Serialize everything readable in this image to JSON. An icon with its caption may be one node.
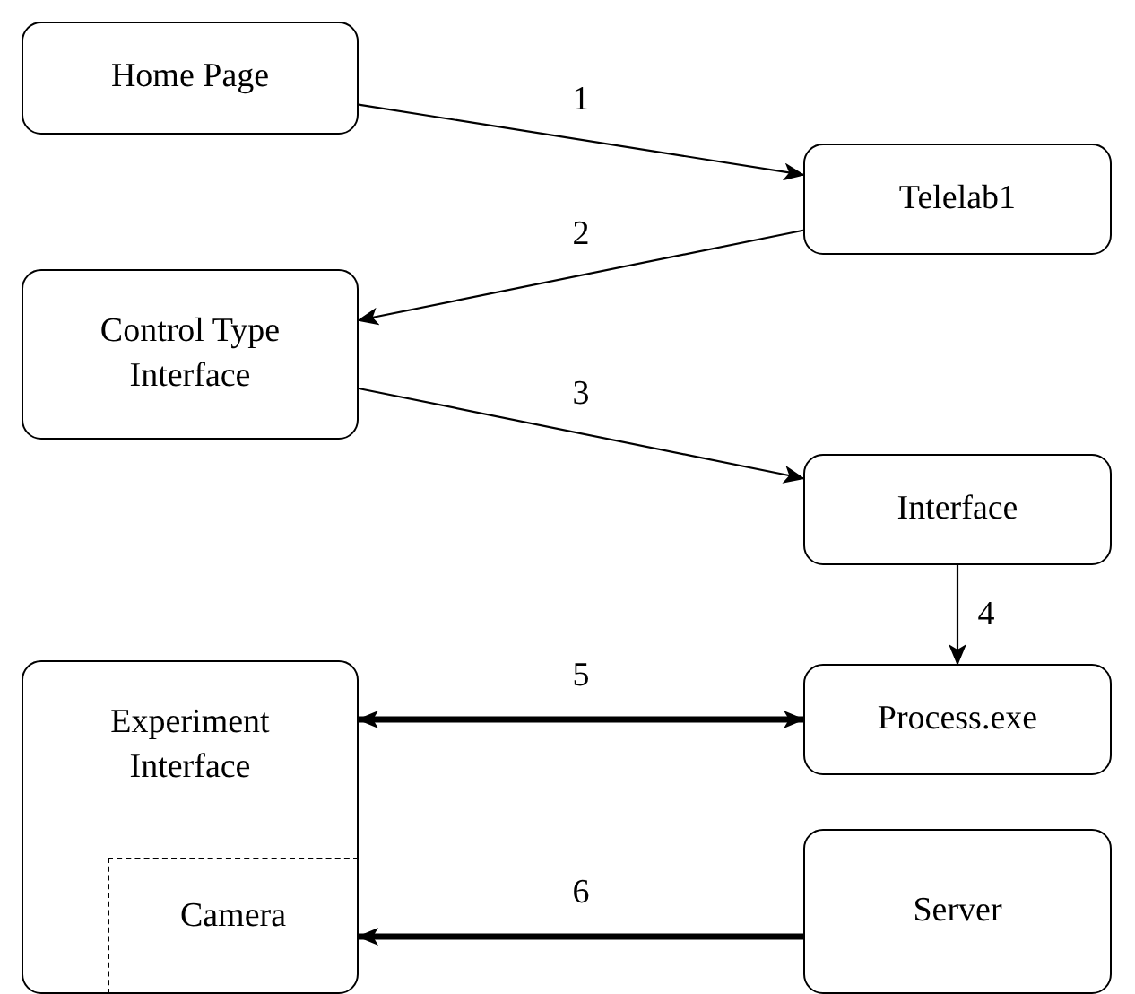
{
  "diagram": {
    "nodes": [
      {
        "text": [
          "Home Page"
        ]
      },
      {
        "text": [
          "Telelab1"
        ]
      },
      {
        "text": [
          "Control Type Interface"
        ]
      },
      {
        "text": [
          "Interface"
        ]
      },
      {
        "text": [
          "Experiment Interface"
        ]
      },
      {
        "text": [
          "Process.exe"
        ]
      },
      {
        "text": [
          "Camera"
        ],
        "in": 4
      },
      {
        "text": [
          "Server"
        ]
      }
    ],
    "edges": [
      {
        "from": 0,
        "to": 1,
        "arrow": "to",
        "label": "1"
      },
      {
        "from": 1,
        "to": 2,
        "arrow": "to",
        "label": "2"
      },
      {
        "from": 2,
        "to": 3,
        "arrow": "to",
        "label": "3"
      },
      {
        "from": 3,
        "to": 5,
        "arrow": "to",
        "label": "4"
      },
      {
        "from": 4,
        "to": 5,
        "arrow": "both",
        "label": "5",
        "style": "thick"
      },
      {
        "from": 7,
        "to": 6,
        "arrow": "to",
        "label": "6",
        "style": "thick"
      }
    ]
  }
}
